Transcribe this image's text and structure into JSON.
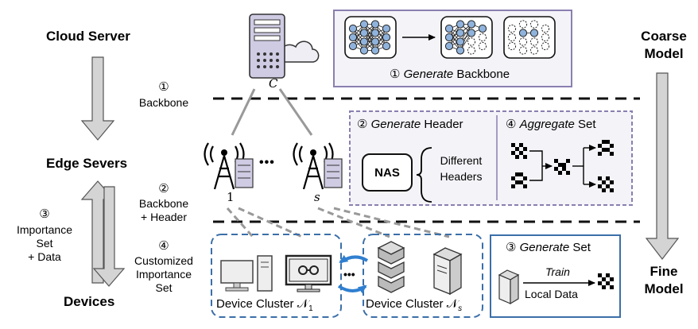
{
  "left": {
    "cloud_server": "Cloud Server",
    "edge_servers": "Edge Severs",
    "devices": "Devices"
  },
  "steps": {
    "s1_num": "①",
    "s1_label": "Backbone",
    "s2_num": "②",
    "s2_label_a": "Backbone",
    "s2_label_b": "+ Header",
    "s3_num": "③",
    "s3_label_a": "Importance",
    "s3_label_b": "Set",
    "s3_label_c": "+ Data",
    "s4_num": "④",
    "s4_label_a": "Customized",
    "s4_label_b": "Importance",
    "s4_label_c": "Set"
  },
  "right": {
    "coarse_a": "Coarse",
    "coarse_b": "Model",
    "fine_a": "Fine",
    "fine_b": "Model"
  },
  "server_label": "C",
  "edge_labels": {
    "first": "1",
    "dots": "•••",
    "last": "s"
  },
  "panels": {
    "backbone": {
      "num": "①",
      "verb": "Generate",
      "noun": "Backbone"
    },
    "header": {
      "num": "②",
      "verb": "Generate",
      "noun": "Header"
    },
    "aggregate": {
      "num": "④",
      "verb": "Aggregate",
      "noun": "Set"
    },
    "generate_set": {
      "num": "③",
      "verb": "Generate",
      "noun": "Set"
    },
    "nas": "NAS",
    "different_a": "Different",
    "different_b": "Headers",
    "train": "Train",
    "local_data": "Local Data"
  },
  "clusters": {
    "first": "Device Cluster 𝒩",
    "first_sub": "1",
    "last": "Device Cluster 𝒩",
    "last_sub": "s",
    "dots": "•••"
  },
  "colors": {
    "purple_border": "#8a7fb0",
    "light_purple": "#f4f3f8",
    "blue_border": "#3b6fa8",
    "blue_accent": "#2f7fd0",
    "gray_arrow": "#d4d4d4",
    "device_screen": "#eeeeee"
  }
}
